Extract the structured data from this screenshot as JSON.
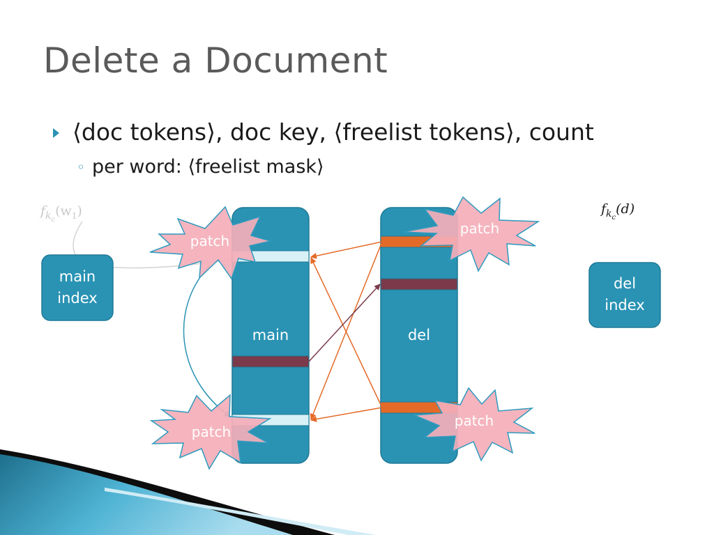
{
  "slide": {
    "title": "Delete a Document",
    "bullet_main": "⟨doc tokens⟩, doc key, ⟨freelist tokens⟩, count",
    "bullet_sub": "per word: ⟨freelist mask⟩"
  },
  "diagram": {
    "main_index_line1": "main",
    "main_index_line2": "index",
    "del_index_line1": "del",
    "del_index_line2": "index",
    "main_column_label": "main",
    "del_column_label": "del",
    "patch_label": "patch",
    "formula_left": {
      "f": "f",
      "sub": "k",
      "subsub": "c",
      "arg": "(w",
      "argsub": "1",
      "close": ")"
    },
    "formula_right": {
      "f": "f",
      "sub": "k",
      "subsub": "c",
      "arg": "(d)"
    }
  },
  "colors": {
    "title": "#5a5a5a",
    "teal": "#2a93b4",
    "teal_dark": "#1f7a96",
    "orange": "#e46a28",
    "maroon": "#7a3a4a",
    "patch_fill": "#f4aeb8",
    "patch_stroke": "#2e9bbf",
    "light_cell": "#d8f1f6"
  }
}
